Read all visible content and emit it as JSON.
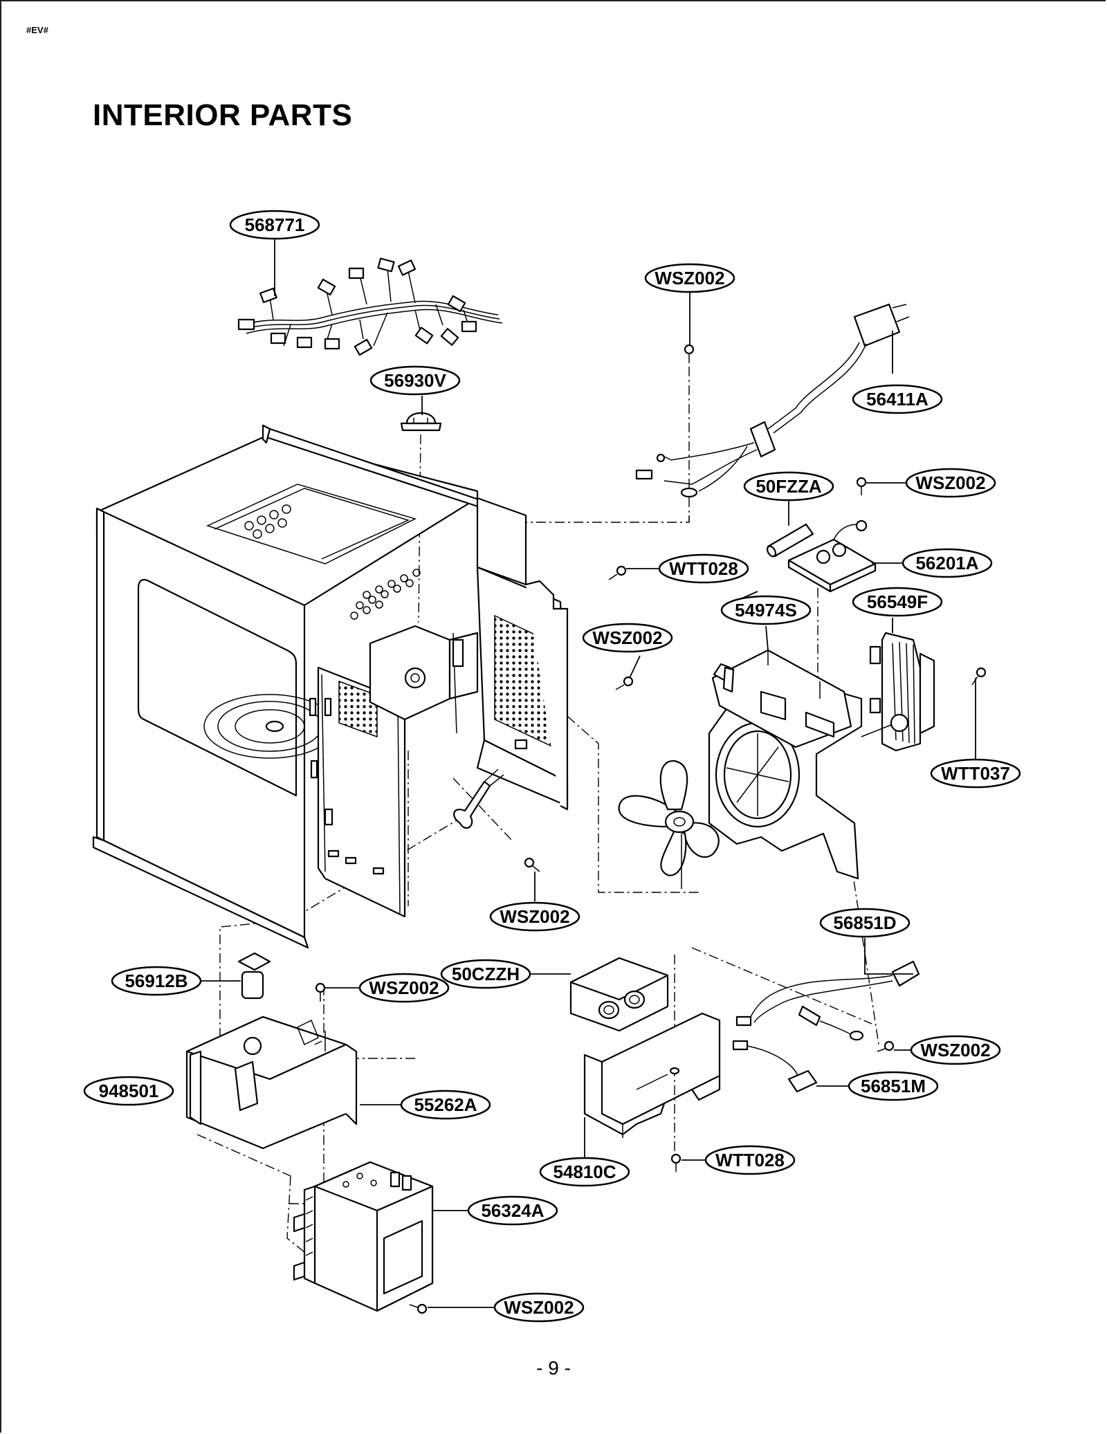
{
  "header": {
    "code": "#EV#"
  },
  "page": {
    "title": "INTERIOR PARTS",
    "number": "- 9 -"
  },
  "labels": [
    "568771",
    "WSZ002",
    "56930V",
    "56411A",
    "50FZZA",
    "WSZ002",
    "56201A",
    "WTT028",
    "54974S",
    "56549F",
    "WSZ002",
    "WTT037",
    "WSZ002",
    "56851D",
    "56912B",
    "WSZ002",
    "50CZZH",
    "WSZ002",
    "948501",
    "55262A",
    "56851M",
    "54810C",
    "WTT028",
    "56324A",
    "WSZ002"
  ]
}
